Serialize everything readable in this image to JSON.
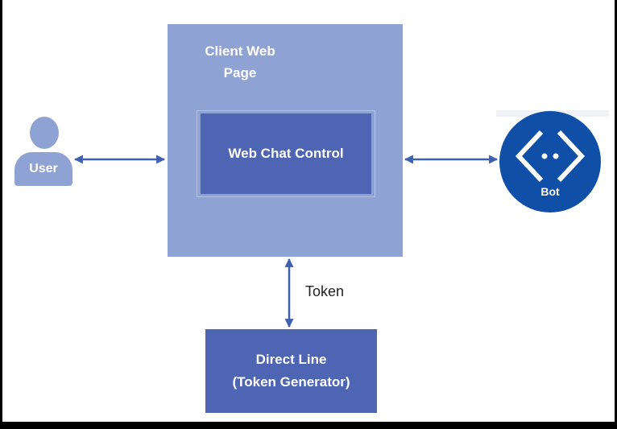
{
  "diagram": {
    "user": {
      "label": "User"
    },
    "client_page": {
      "title_line1": "Client Web",
      "title_line2": "Page"
    },
    "web_chat_control": {
      "label": "Web Chat Control"
    },
    "bot": {
      "label": "Bot"
    },
    "direct_line": {
      "line1": "Direct Line",
      "line2": "(Token Generator)"
    },
    "token_link": {
      "label": "Token"
    }
  },
  "colors": {
    "light_box": "#8fa2d4",
    "dark_box": "#4e65b4",
    "bot_circle": "#0f4fa8",
    "arrow": "#3f5fb0",
    "frame": "#000000"
  }
}
